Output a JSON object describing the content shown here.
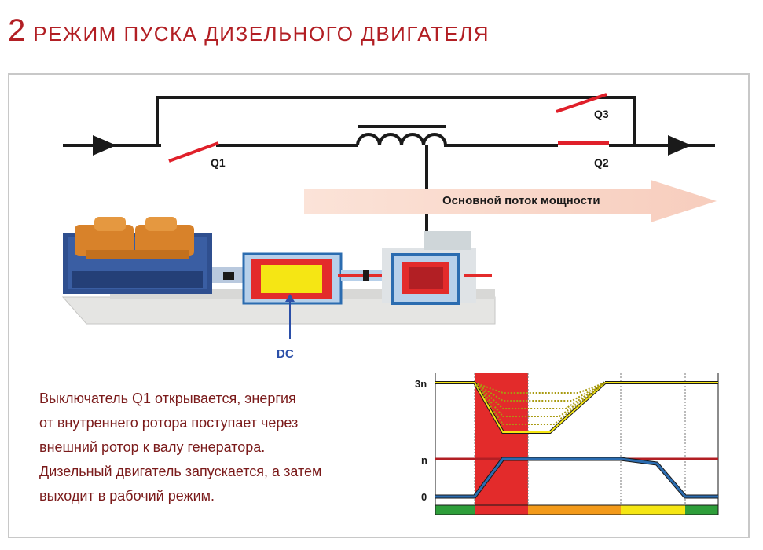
{
  "header": {
    "number": "2",
    "title": "РЕЖИМ ПУСКА ДИЗЕЛЬНОГО ДВИГАТЕЛЯ"
  },
  "circuit": {
    "switch_q1": "Q1",
    "switch_q2": "Q2",
    "switch_q3": "Q3",
    "power_flow": "Основной поток мощности",
    "dc_label": "DC"
  },
  "description": {
    "lines": [
      "Выключатель Q1 открывается, энергия",
      "от внутреннего ротора поступает через",
      "внешний ротор к валу генератора.",
      "Дизельный двигатель запускается, а затем",
      "выходит в рабочий режим."
    ]
  },
  "timing": {
    "y_tick_3n": "3n",
    "y_tick_n": "n",
    "y_tick_0": "0",
    "phase_colors": [
      "#2e9e3a",
      "#e32b2b",
      "#f39a1a",
      "#f5e614",
      "#2e9e3a"
    ],
    "accent_red": "#e32b2b",
    "accent_blue": "#2b6cb0",
    "accent_yellow": "#f5e614"
  },
  "colors": {
    "title": "#b21f24",
    "switch": "#e0202a",
    "line": "#1a1a1a"
  }
}
